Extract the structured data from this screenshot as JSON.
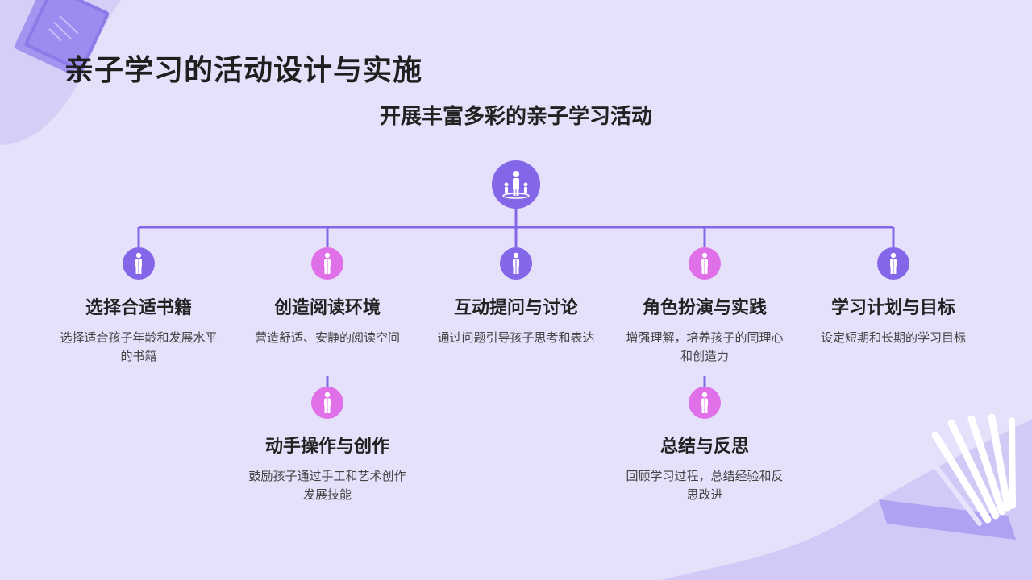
{
  "slide": {
    "title": "亲子学习的活动设计与实施",
    "subtitle": "开展丰富多彩的亲子学习活动"
  },
  "colors": {
    "background": "#e6e1fb",
    "accent_purple": "#8466e8",
    "accent_pink": "#e070e8",
    "line": "#8466e8"
  },
  "icons": {
    "root": "group-people-icon",
    "item": "person-icon"
  },
  "items": [
    {
      "title": "选择合适书籍",
      "desc": "选择适合孩子年龄和发展水平的书籍"
    },
    {
      "title": "创造阅读环境",
      "desc": "营造舒适、安静的阅读空间"
    },
    {
      "title": "互动提问与讨论",
      "desc": "通过问题引导孩子思考和表达"
    },
    {
      "title": "角色扮演与实践",
      "desc": "增强理解，培养孩子的同理心和创造力"
    },
    {
      "title": "学习计划与目标",
      "desc": "设定短期和长期的学习目标"
    },
    {
      "title": "动手操作与创作",
      "desc": "鼓励孩子通过手工和艺术创作发展技能"
    },
    {
      "title": "总结与反思",
      "desc": "回顾学习过程，总结经验和反思改进"
    }
  ]
}
